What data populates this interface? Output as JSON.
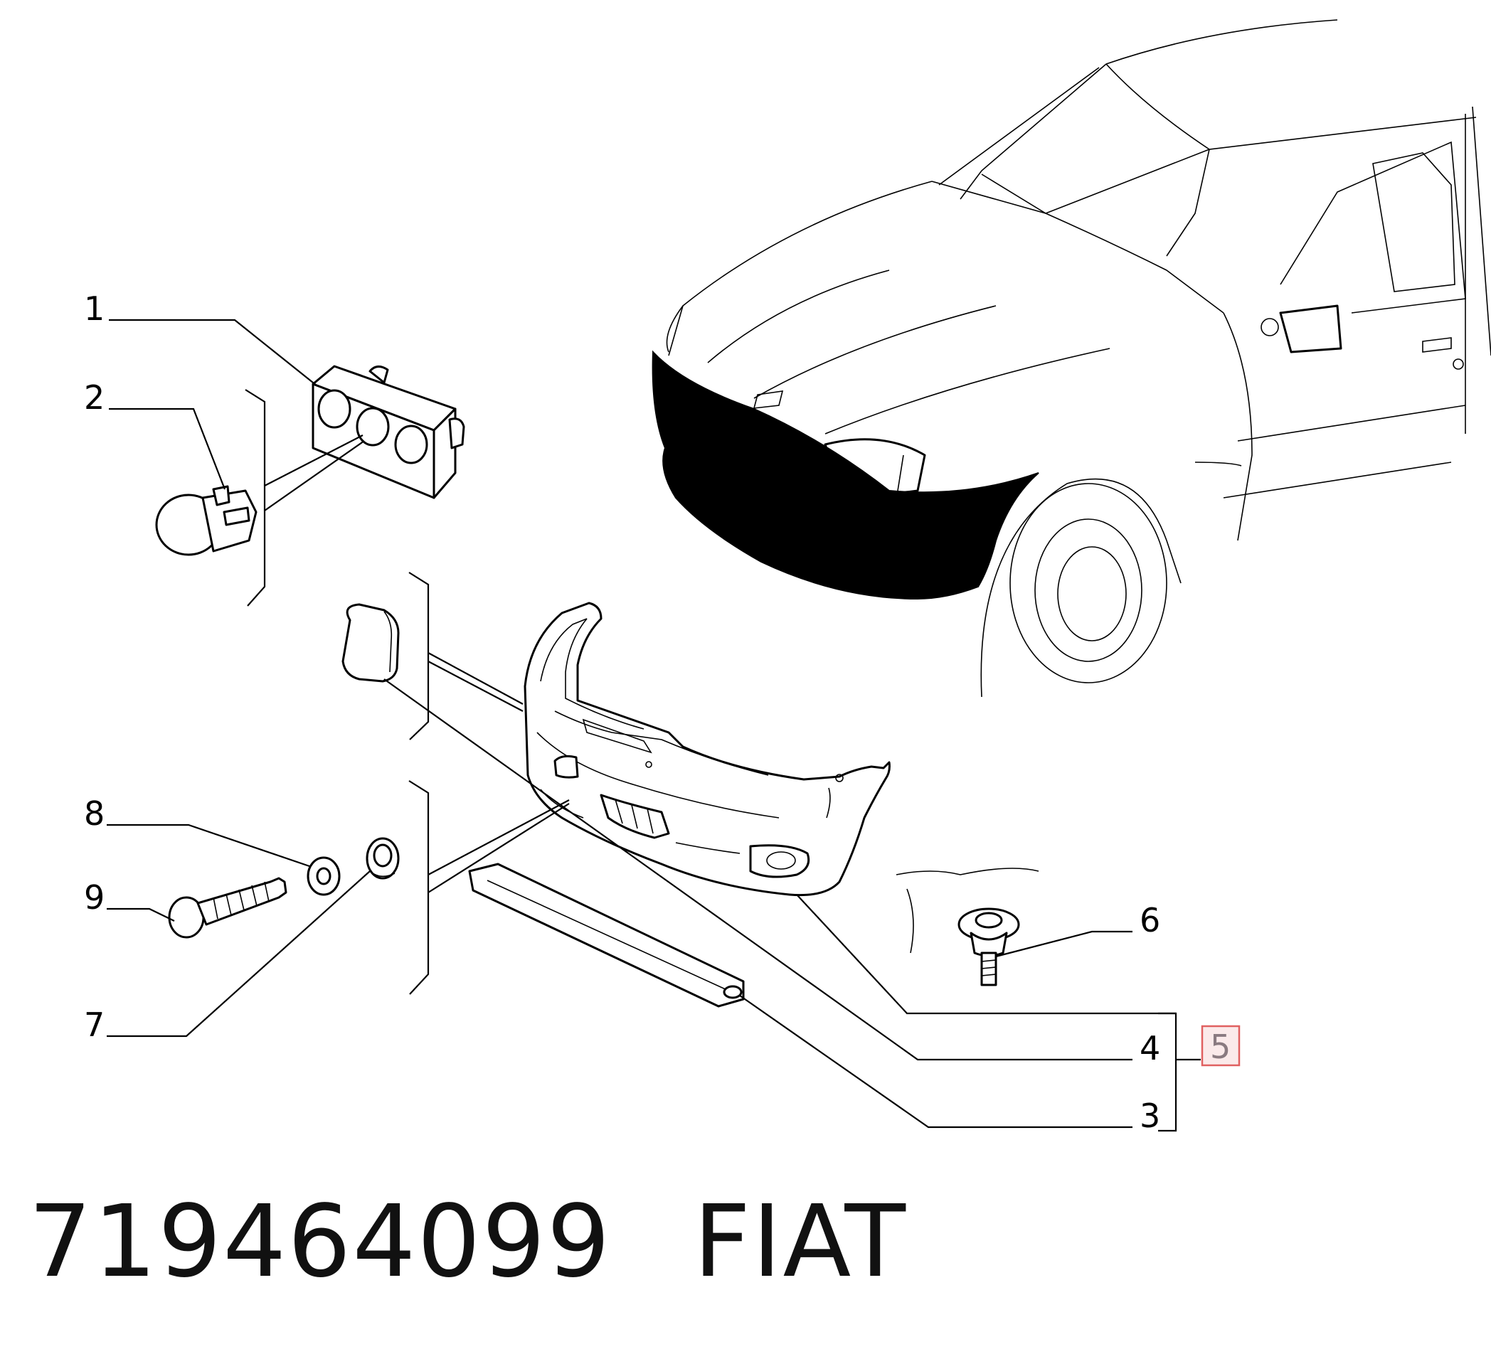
{
  "callouts": {
    "c1": "1",
    "c2": "2",
    "c3": "3",
    "c4": "4",
    "c5": "5",
    "c6": "6",
    "c7": "7",
    "c8": "8",
    "c9": "9"
  },
  "footer": {
    "part_number": "719464099",
    "brand": "FIAT"
  },
  "colors": {
    "highlight_box": "#e06060",
    "highlight_fill": "#fbeaea"
  }
}
